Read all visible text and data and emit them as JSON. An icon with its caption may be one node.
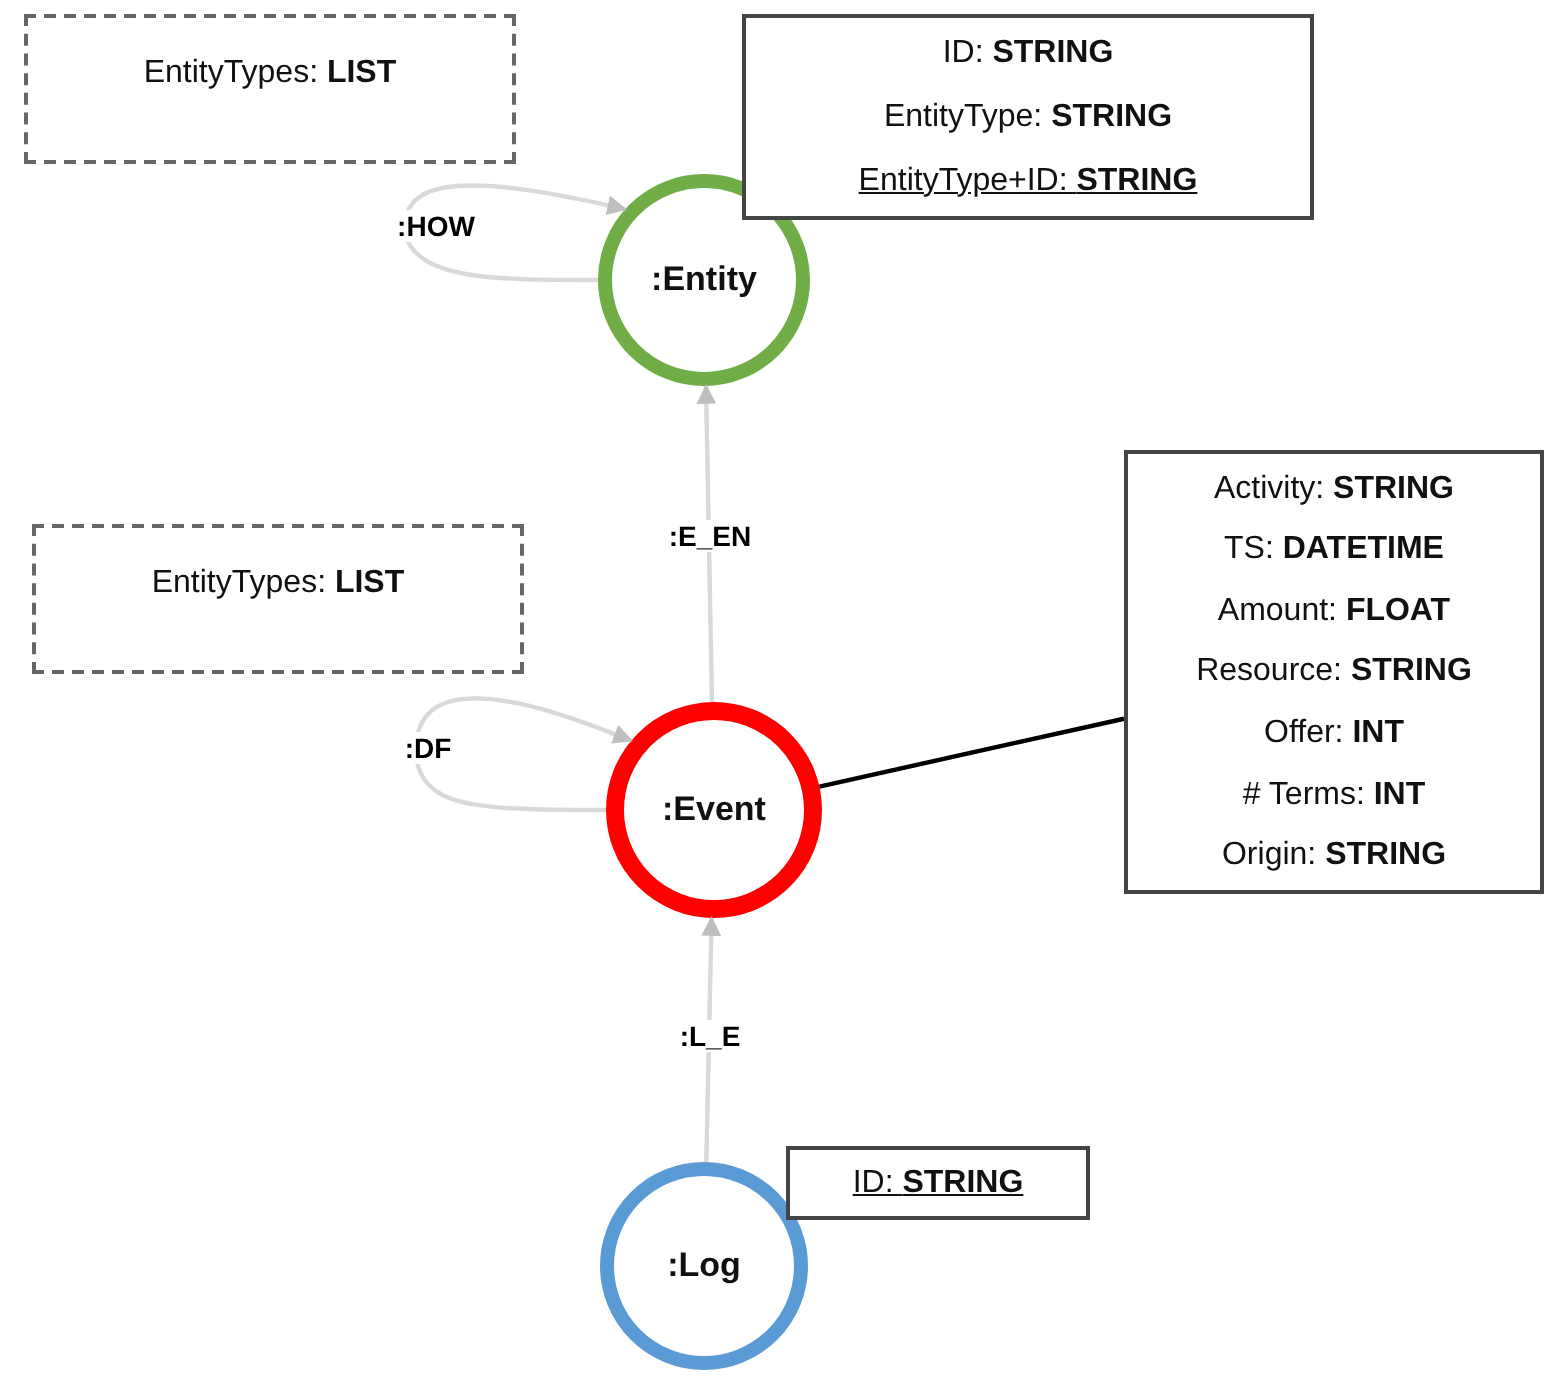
{
  "diagram": {
    "nodes": [
      {
        "text": [
          "EntityTypes: **LIST**"
        ]
      },
      {
        "text": [
          "ID: **STRING**",
          "EntityType: **STRING**",
          "EntityType+ID: **STRING**"
        ]
      },
      {
        "text": [
          ":Entity"
        ]
      },
      {
        "text": [
          "EntityTypes: **LIST**"
        ]
      },
      {
        "text": [
          "Activity: **STRING**",
          "TS: **DATETIME**",
          "Amount: **FLOAT**",
          "Resource: **STRING**",
          "Offer: **INT**",
          "# Terms: **INT**",
          "Origin: **STRING**"
        ]
      },
      {
        "text": [
          ":Event"
        ]
      },
      {
        "text": [
          "ID: **STRING**"
        ]
      },
      {
        "text": [
          ":Log"
        ]
      }
    ],
    "edges": [
      {
        "from": 2,
        "to": 2,
        "arrow": "to",
        "label": ":HOW"
      },
      {
        "from": 5,
        "to": 2,
        "arrow": "to",
        "label": ":E_EN"
      },
      {
        "from": 5,
        "to": 5,
        "arrow": "to",
        "label": ":DF"
      },
      {
        "from": 5,
        "to": 4,
        "arrow": "none",
        "color": "#000000"
      },
      {
        "from": 7,
        "to": 5,
        "arrow": "to",
        "label": ":L_E"
      }
    ]
  }
}
